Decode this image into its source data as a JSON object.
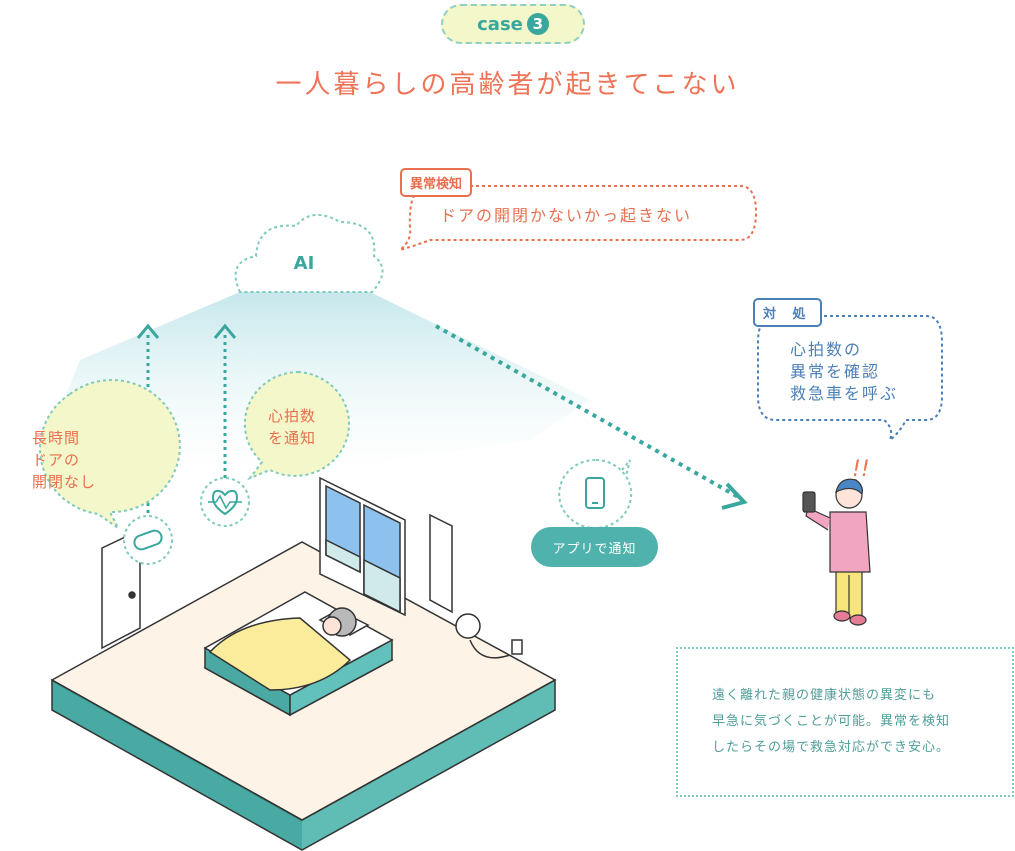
{
  "case_badge": {
    "label": "case",
    "number": "3"
  },
  "title": "一人暮らしの高齢者が起きてこない",
  "cloud": {
    "label": "AI"
  },
  "anomaly": {
    "tag": "異常検知",
    "text": "ドアの開閉かないかっ起きない"
  },
  "action": {
    "tag": "対 処",
    "lines": [
      "心拍数の",
      "異常を確認",
      "救急車を呼ぶ"
    ]
  },
  "sensors": {
    "door": {
      "lines": [
        "長時間",
        "ドアの",
        "開閉なし"
      ],
      "icon": "door-sensor-icon"
    },
    "heart": {
      "lines": [
        "心拍数",
        "を通知"
      ],
      "icon": "heartbeat-icon"
    },
    "phone_icon": "smartphone-icon"
  },
  "app_notify": {
    "label": "アプリで通知"
  },
  "alert_mark": "!!",
  "info": {
    "lines": [
      "遠く離れた親の健康状態の異変にも",
      "早急に気づくことが可能。異常を検知",
      "したらその場で救急対応ができ安心。"
    ]
  },
  "colors": {
    "accent_teal": "#50b2ad",
    "title_orange": "#ef7356",
    "action_blue": "#4a7fb8",
    "floor_side": "#56b6b0",
    "floor_top": "#fdf3e7",
    "bubble_yellow": "#f4f7c9"
  }
}
